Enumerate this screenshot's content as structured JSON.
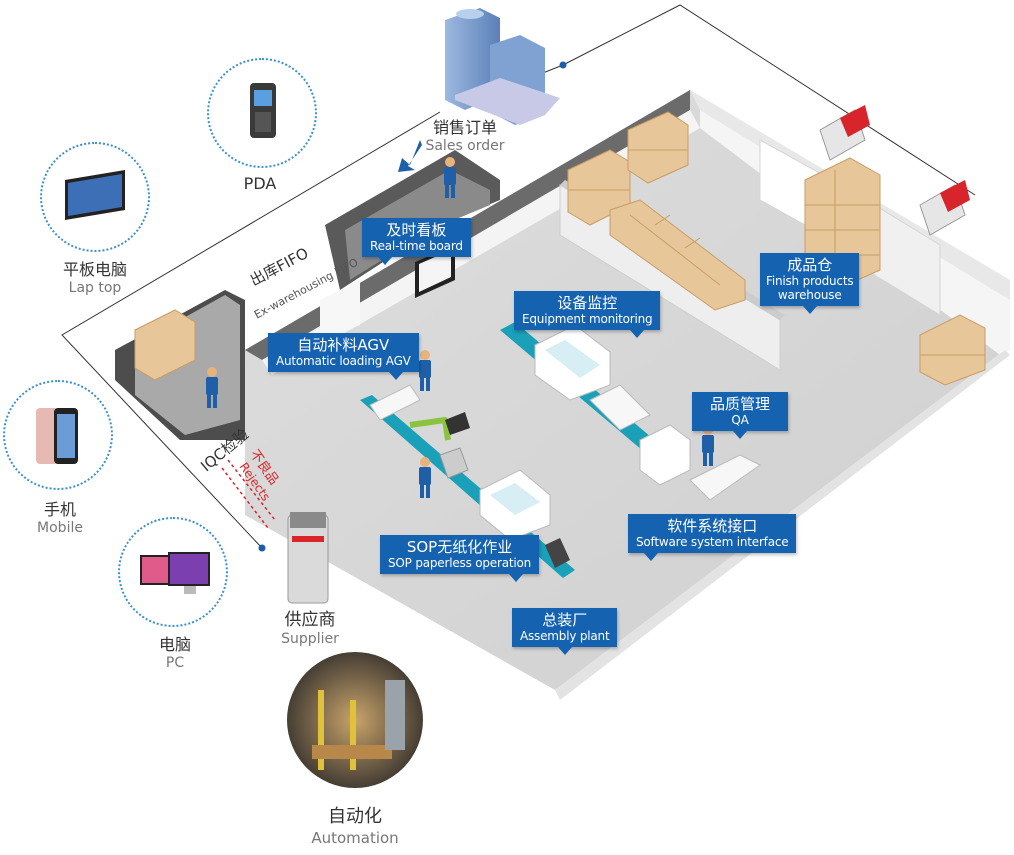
{
  "devices": {
    "pda": {
      "label": "PDA"
    },
    "tablet": {
      "zh": "平板电脑",
      "en": "Lap top"
    },
    "mobile": {
      "zh": "手机",
      "en": "Mobile"
    },
    "pc": {
      "zh": "电脑",
      "en": "PC"
    },
    "automation": {
      "zh": "自动化",
      "en": "Automation"
    }
  },
  "sales_order": {
    "zh": "销售订单",
    "en": "Sales order"
  },
  "supplier": {
    "zh": "供应商",
    "en": "Supplier"
  },
  "floor_labels": {
    "fifo_zh": "出库FIFO",
    "fifo_en": "Ex-warehousing FIFO",
    "iqc": "IQC检验",
    "rejects_zh": "不良品",
    "rejects_en": "Rejects"
  },
  "tags": {
    "realtime": {
      "zh": "及时看板",
      "en": "Real-time board"
    },
    "equipment": {
      "zh": "设备监控",
      "en": "Equipment monitoring"
    },
    "agv": {
      "zh": "自动补料AGV",
      "en": "Automatic loading AGV"
    },
    "warehouse": {
      "zh": "成品仓",
      "en1": "Finish products",
      "en2": "warehouse"
    },
    "qa": {
      "zh": "品质管理",
      "en": "QA"
    },
    "software": {
      "zh": "软件系统接口",
      "en": "Software system interface"
    },
    "sop": {
      "zh": "SOP无纸化作业",
      "en": "SOP paperless operation"
    },
    "assembly": {
      "zh": "总装厂",
      "en": "Assembly plant"
    }
  },
  "colors": {
    "tag_bg": "#1462b0",
    "floor": "#d6d6d6",
    "wall_dark": "#5e5e5e",
    "wall_light": "#f2f2f2",
    "conveyor": "#1aa0b8",
    "agv_path": "#8ac43f",
    "box": "#e7c69a",
    "worker": "#1e5fa8",
    "reject_red": "#d9252a",
    "dot_blue": "#1a5ea8",
    "circle_border": "#3a8fd0"
  },
  "icons": [
    "building-icon",
    "pda-icon",
    "tablet-icon",
    "mobile-icon",
    "pc-icon",
    "truck-icon",
    "worker-icon",
    "monitor-board-icon",
    "scanner-gate-icon",
    "automation-photo"
  ]
}
